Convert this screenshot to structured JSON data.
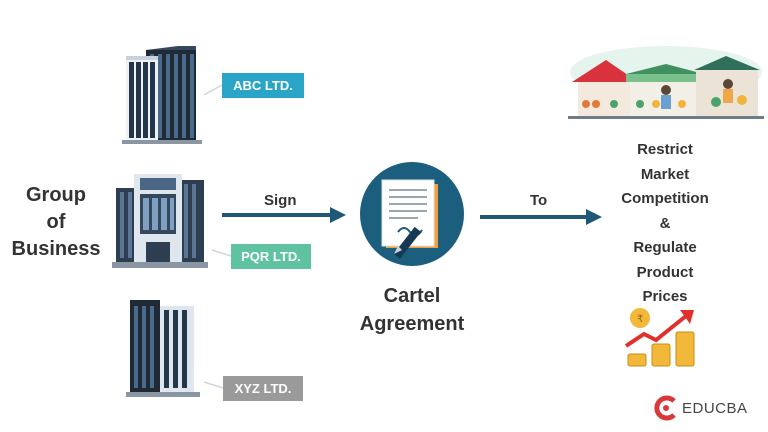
{
  "group_label": [
    "Group",
    "of",
    "Business"
  ],
  "companies": [
    {
      "name": "ABC LTD.",
      "color": "#2aa5c8"
    },
    {
      "name": "PQR LTD.",
      "color": "#5fc3a2"
    },
    {
      "name": "XYZ LTD.",
      "color": "#9a9a9a"
    }
  ],
  "sign_label": "Sign",
  "to_label": "To",
  "agreement_label": [
    "Cartel",
    "Agreement"
  ],
  "outcome_lines": [
    "Restrict",
    "Market",
    "Competition",
    "&",
    "Regulate",
    "Product",
    "Prices"
  ],
  "brand": "EDUCBA",
  "colors": {
    "arrow": "#1e5777",
    "agreement_circle": "#1b5e7d",
    "brand_red": "#d9383a"
  },
  "icons": [
    "office-building-icon",
    "document-pen-icon",
    "market-stalls-icon",
    "price-growth-icon"
  ]
}
